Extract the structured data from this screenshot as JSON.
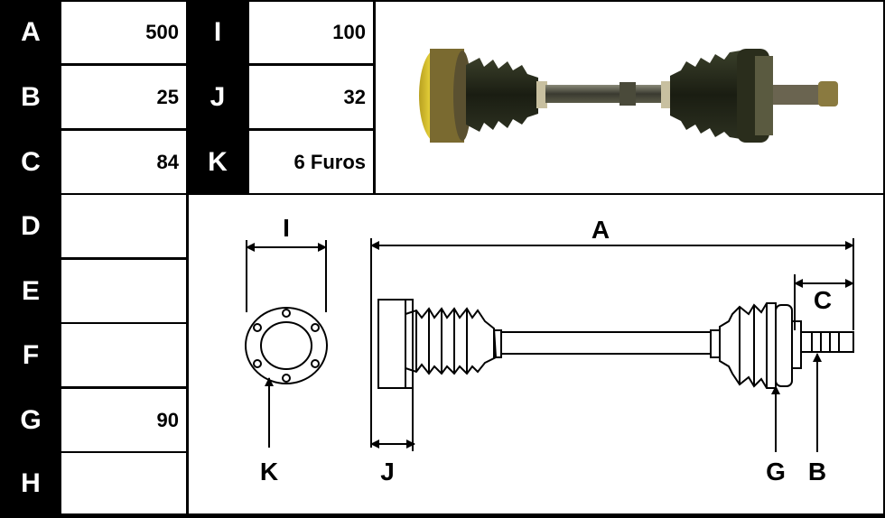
{
  "spec_table": {
    "left": [
      {
        "label": "A",
        "value": "500"
      },
      {
        "label": "B",
        "value": "25"
      },
      {
        "label": "C",
        "value": "84"
      },
      {
        "label": "D",
        "value": ""
      },
      {
        "label": "E",
        "value": ""
      },
      {
        "label": "F",
        "value": ""
      },
      {
        "label": "G",
        "value": "90"
      },
      {
        "label": "H",
        "value": ""
      }
    ],
    "right": [
      {
        "label": "I",
        "value": "100"
      },
      {
        "label": "J",
        "value": "32"
      },
      {
        "label": "K",
        "value": "6 Furos"
      }
    ]
  },
  "diagram": {
    "labels": {
      "A": "A",
      "B": "B",
      "C": "C",
      "G": "G",
      "I": "I",
      "J": "J",
      "K": "K"
    }
  },
  "photo": {
    "description_icon": "drive-shaft-photo"
  }
}
